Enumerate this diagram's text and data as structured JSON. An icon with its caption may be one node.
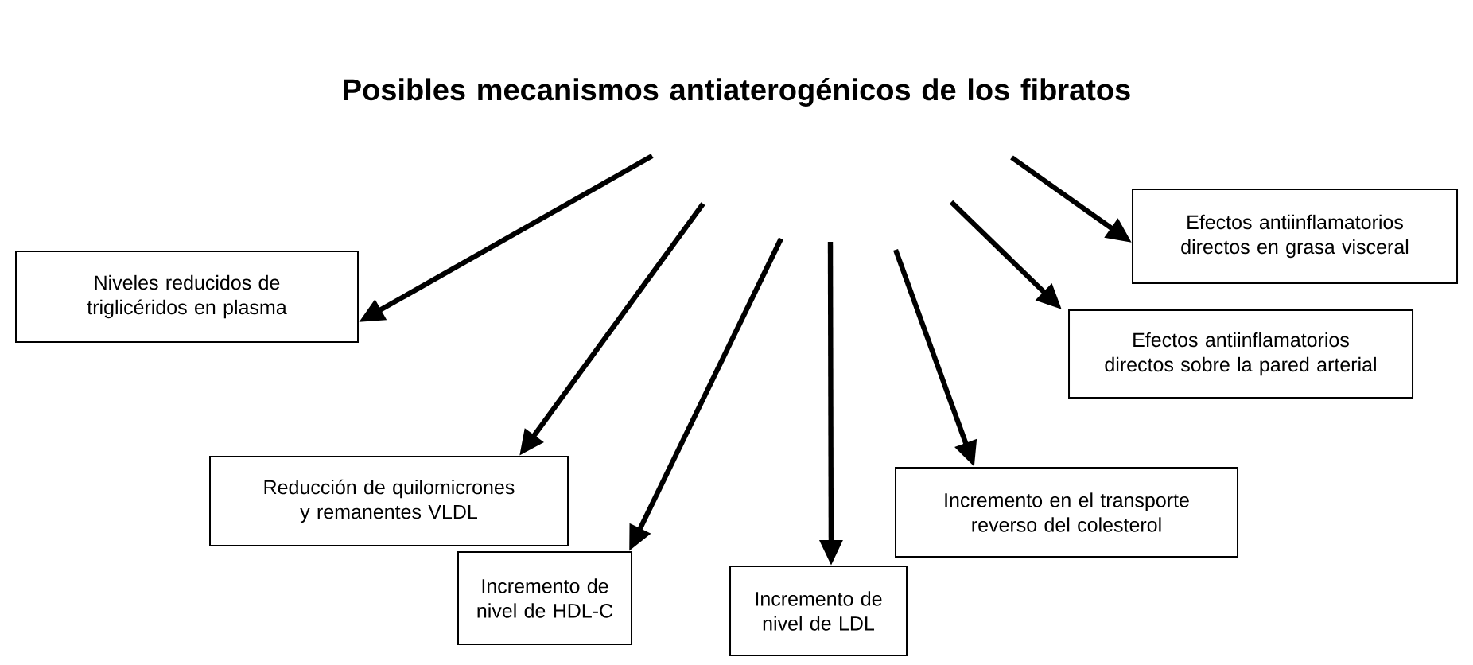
{
  "diagram": {
    "title": "Posibles mecanismos antiaterogénicos de los fibratos",
    "nodes": [
      {
        "text": [
          "Niveles reducidos de triglicéridos en plasma"
        ]
      },
      {
        "text": [
          "Reducción de quilomicrones y remanentes VLDL"
        ]
      },
      {
        "text": [
          "Incremento de nivel de HDL-C"
        ]
      },
      {
        "text": [
          "Incremento de nivel de LDL"
        ]
      },
      {
        "text": [
          "Incremento en el transporte reverso del colesterol"
        ]
      },
      {
        "text": [
          "Efectos antiinflamatorios directos sobre la pared arterial"
        ]
      },
      {
        "text": [
          "Efectos antiinflamatorios directos en grasa visceral"
        ]
      }
    ],
    "edges": [
      {
        "from": null,
        "to": 0,
        "arrow": "to"
      },
      {
        "from": null,
        "to": 1,
        "arrow": "to"
      },
      {
        "from": null,
        "to": 2,
        "arrow": "to"
      },
      {
        "from": null,
        "to": 3,
        "arrow": "to"
      },
      {
        "from": null,
        "to": 4,
        "arrow": "to"
      },
      {
        "from": null,
        "to": 5,
        "arrow": "to"
      },
      {
        "from": null,
        "to": 6,
        "arrow": "to"
      }
    ]
  }
}
